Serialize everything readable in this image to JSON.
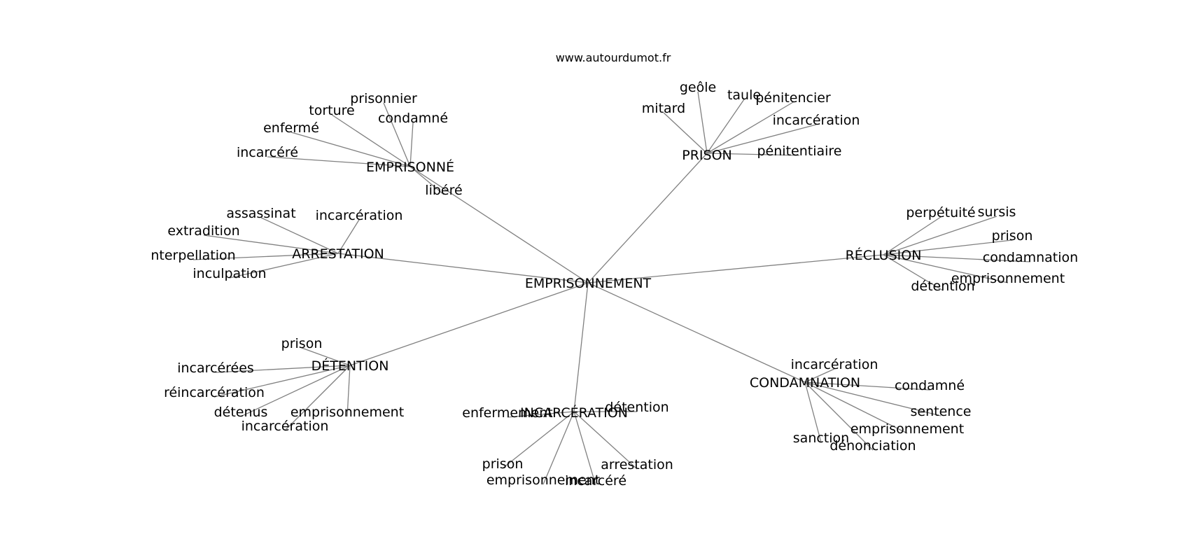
{
  "title": "www.autourdumot.fr",
  "center": "EMPRISONNEMENT",
  "groups": [
    {
      "hub": "EMPRISONNÉ",
      "leaves": [
        "prisonnier",
        "torture",
        "condamné",
        "enfermé",
        "incarcéré",
        "libéré"
      ]
    },
    {
      "hub": "PRISON",
      "leaves": [
        "geôle",
        "taule",
        "mitard",
        "pénitencier",
        "incarcération",
        "pénitentiaire"
      ]
    },
    {
      "hub": "ARRESTATION",
      "leaves": [
        "assassinat",
        "incarcération",
        "extradition",
        "nterpellation",
        "inculpation"
      ]
    },
    {
      "hub": "RÉCLUSION",
      "leaves": [
        "perpétuité",
        "sursis",
        "prison",
        "condamnation",
        "emprisonnement",
        "détention"
      ]
    },
    {
      "hub": "DÉTENTION",
      "leaves": [
        "prison",
        "incarcérées",
        "réincarcération",
        "détenus",
        "emprisonnement",
        "incarcération"
      ]
    },
    {
      "hub": "INCARCÉRATION",
      "leaves": [
        "enfermement",
        "détention",
        "prison",
        "arrestation",
        "emprisonnement",
        "incarcéré"
      ]
    },
    {
      "hub": "CONDAMNATION",
      "leaves": [
        "incarcération",
        "condamné",
        "sentence",
        "emprisonnement",
        "sanction",
        "dénonciation"
      ]
    }
  ]
}
